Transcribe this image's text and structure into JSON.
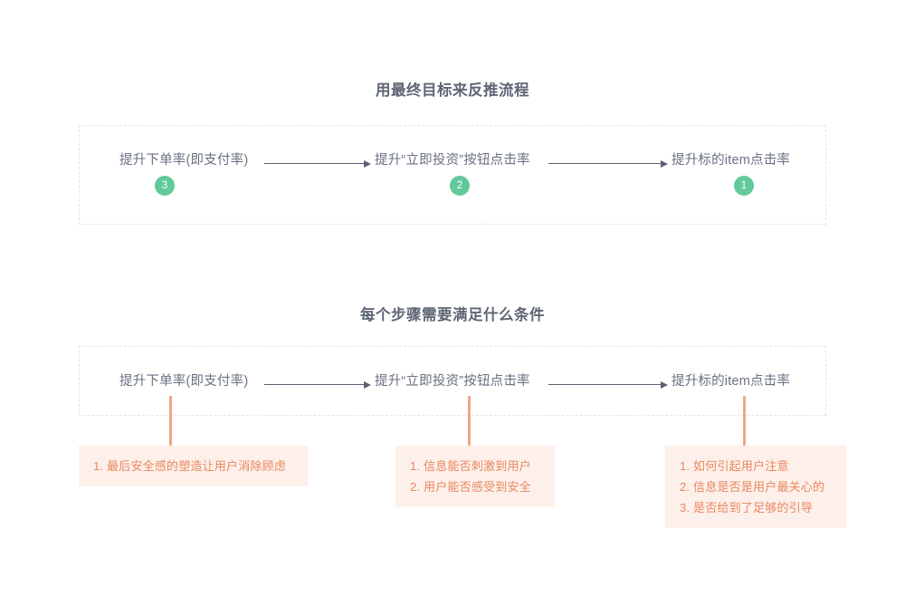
{
  "sections": [
    {
      "title": "用最终目标来反推流程",
      "nodes": [
        {
          "label": "提升下单率(即支付率)",
          "badge": "3"
        },
        {
          "label": "提升“立即投资”按钮点击率",
          "badge": "2"
        },
        {
          "label": "提升标的item点击率",
          "badge": "1"
        }
      ]
    },
    {
      "title": "每个步骤需要满足什么条件",
      "nodes": [
        {
          "label": "提升下单率(即支付率)"
        },
        {
          "label": "提升“立即投资”按钮点击率"
        },
        {
          "label": "提升标的item点击率"
        }
      ],
      "conditions": [
        {
          "lines": [
            "1. 最后安全感的塑造让用户消除顾虑"
          ]
        },
        {
          "lines": [
            "1. 信息能否刺激到用户",
            "2. 用户能否感受到安全"
          ]
        },
        {
          "lines": [
            "1. 如何引起用户注意",
            "2. 信息是否是用户最关心的",
            "3. 是否给到了足够的引导"
          ]
        }
      ]
    }
  ],
  "colors": {
    "text": "#6b7183",
    "badge": "#61c99b",
    "connector": "#f0a686",
    "condition_bg": "#fdf0ea",
    "condition_text": "#e9875f",
    "arrow": "#5b6173",
    "dashed_border": "#e2e4ea",
    "background": "#ffffff"
  }
}
